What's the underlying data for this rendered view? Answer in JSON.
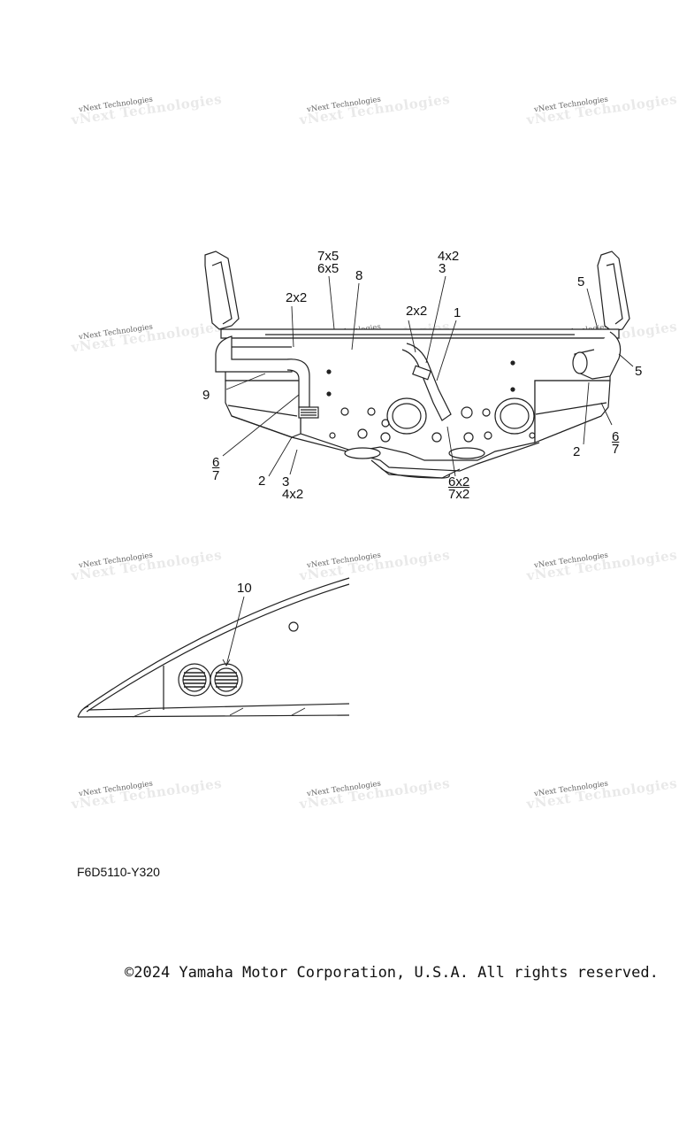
{
  "watermark": {
    "brand": "vNext Technologies"
  },
  "diagram_top": {
    "callouts": {
      "c_7x5": "7x5",
      "c_6x5": "6x5",
      "c_8": "8",
      "c_4x2": "4x2",
      "c_3a": "3",
      "c_2x2a": "2x2",
      "c_2x2b": "2x2",
      "c_1": "1",
      "c_5a": "5",
      "c_5b": "5",
      "c_9": "9",
      "c_6a": "6",
      "c_7a": "7",
      "c_2a": "2",
      "c_3b": "3",
      "c_4x2b": "4x2",
      "c_6x2": "6x2",
      "c_7x2": "7x2",
      "c_2b": "2",
      "c_6b": "6",
      "c_7b": "7"
    }
  },
  "diagram_bottom": {
    "callouts": {
      "c_10": "10"
    }
  },
  "footer": {
    "code": "F6D5110-Y320",
    "copyright": "©2024 Yamaha Motor Corporation, U.S.A. All rights reserved."
  }
}
